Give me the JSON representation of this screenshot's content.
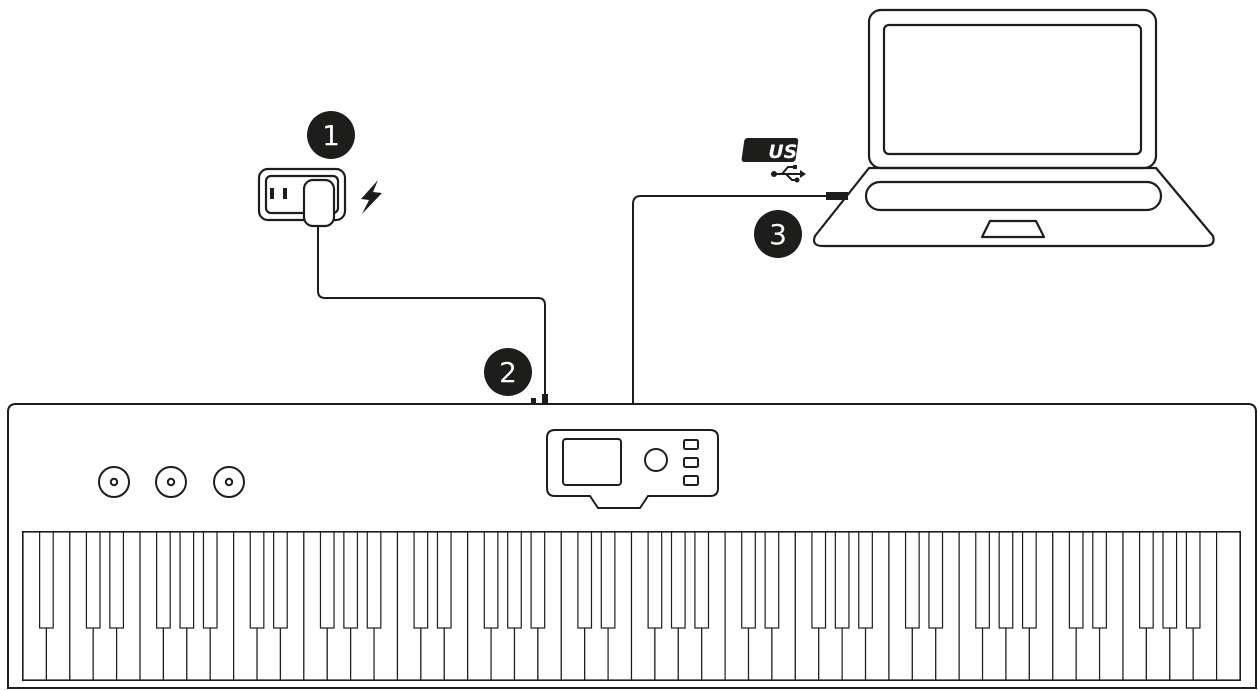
{
  "diagram": {
    "steps": [
      {
        "number": "1"
      },
      {
        "number": "2"
      },
      {
        "number": "3"
      }
    ],
    "usb_label": "USB",
    "keyboard": {
      "white_key_count": 52,
      "knob_count": 3
    },
    "colors": {
      "line": "#1d1d1b",
      "badge": "#1d1d1b",
      "badge_text": "#ffffff",
      "background": "#ffffff"
    },
    "icons": [
      "power-outlet-icon",
      "power-adapter-icon",
      "lightning-bolt-icon",
      "usb-icon",
      "laptop-icon",
      "keyboard-icon"
    ]
  }
}
